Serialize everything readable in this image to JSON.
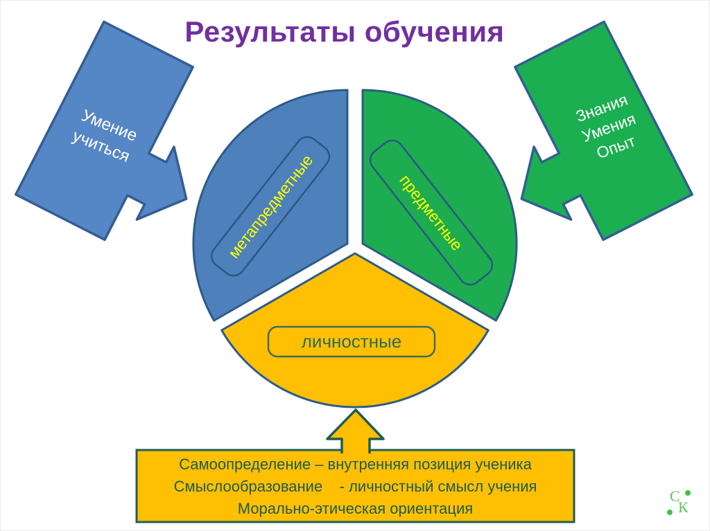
{
  "title": "Результаты обучения",
  "pie": {
    "segments": [
      {
        "label": "метапредметные",
        "fill": "#4E80BC",
        "stroke": "#2F5B87",
        "label_color": "#FCFF00"
      },
      {
        "label": "предметные",
        "fill": "#1DAC4F",
        "stroke": "#2F5B87",
        "label_color": "#FCFF00"
      },
      {
        "label": "личностные",
        "fill": "#FFC003",
        "stroke": "#2F5B87",
        "label_color": "#2E6B57",
        "label_box_stroke": "#46685E"
      }
    ]
  },
  "arrows": {
    "left": {
      "lines": [
        "Умение",
        "учиться"
      ],
      "fill": "#5586C6",
      "stroke": "#345E92",
      "text_color": "#FFFFFF"
    },
    "right": {
      "lines": [
        "Знания",
        "Умения",
        "Опыт"
      ],
      "fill": "#1CAF52",
      "stroke": "#345E92",
      "text_color": "#FFFFFF"
    },
    "bottom": {
      "fill": "#FFC003",
      "stroke": "#1F5C55"
    }
  },
  "callout": {
    "fill": "#FFC003",
    "stroke": "#1F5C55",
    "text_color": "#1E5B52",
    "lines": [
      "Самоопределение – внутренняя позиция ученика",
      "Смыслообразование    - личностный смысл учения",
      "Морально-этическая ориентация"
    ]
  },
  "logo": {
    "letters": [
      "С",
      "К"
    ],
    "color": "#5CC75C"
  }
}
